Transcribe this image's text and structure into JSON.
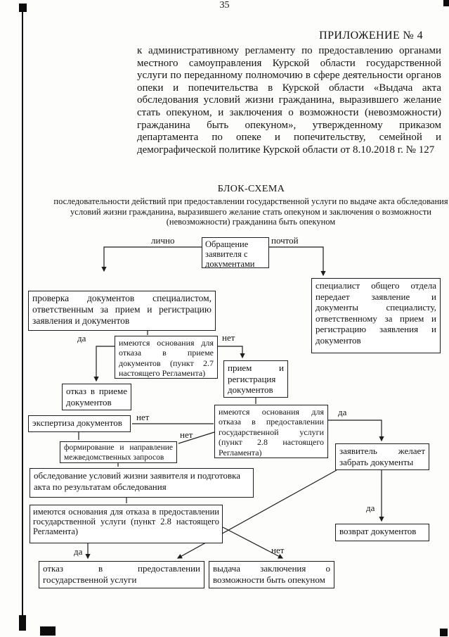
{
  "page": {
    "number": "35",
    "appendix_title": "ПРИЛОЖЕНИЕ № 4",
    "preamble": "к административному регламенту по предоставлению органами местного самоуправления Курской области государственной услуги по переданному полномочию в сфере деятельности органов опеки и попечительства в Курской области «Выдача акта обследования условий жизни гражданина, выразившего желание стать опекуном, и заключения о возможности (невозможности) гражданина быть опекуном», утвержденному приказом департамента по опеке и попечительству, семейной и демографической политике Курской области от 8.10.2018 г. № 127"
  },
  "schema": {
    "title": "БЛОК-СХЕМА",
    "subtitle": "последовательности действий при предоставлении государственной услуги по выдаче акта обследования условий жизни гражданина, выразившего желание стать опекуном и заключения о возможности (невозможности) гражданина быть опекуном"
  },
  "flowchart": {
    "boxes": {
      "appeal": "Обращение заявителя с документами",
      "check_docs": "проверка документов специалистом, ответственным за прием и регистрацию заявления и документов",
      "specialist_transfer": "специалист общего отдела передает заявление и документы специалисту, ответственному за прием и регистрацию заявления и документов",
      "grounds_refuse_acceptance": "имеются основания для отказа в приеме документов (пункт 2.7 настоящего Регламента)",
      "acceptance_registration": "прием и регистрация документов",
      "refusal_acceptance": "отказ в приеме документов",
      "expertise": "экспертиза документов",
      "grounds_refuse_service_1": "имеются основания для отказа в предоставлении государственной услуги (пункт 2.8 настоящего Регламента)",
      "applicant_wants_docs": "заявитель желает забрать документы",
      "interagency_requests": "формирование и направление межведомственных запросов",
      "inspection": "обследование условий жизни заявителя и подготовка акта по результатам обследования",
      "grounds_refuse_service_2": "имеются основания для отказа в предоставлении государственной услуги (пункт 2.8 настоящего Регламента)",
      "return_docs": "возврат документов",
      "refusal_service": "отказ в предоставлении государственной услуги",
      "issue_conclusion": "выдача заключения о возможности быть опекуном"
    },
    "labels": {
      "in_person": "лично",
      "by_mail": "почтой",
      "yes": "да",
      "no": "нет"
    }
  }
}
